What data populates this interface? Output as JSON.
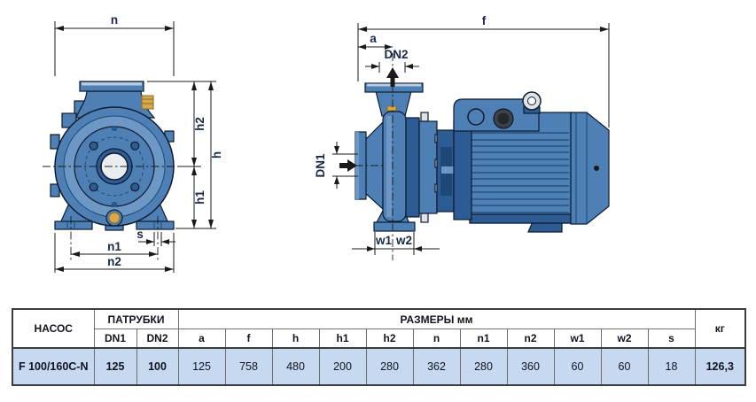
{
  "colors": {
    "body_blue": "#4f80b5",
    "body_blue_dark": "#2c5c93",
    "body_blue_deeper": "#1d4878",
    "body_blue_light": "#6d97c4",
    "body_blue_lighter": "#b9cde2",
    "outline_navy": "#0d1b2e",
    "dim_line": "#1a1a1a",
    "dim_label": "#1b2844",
    "brass": "#d7a94e",
    "brass_dark": "#8a6a1f",
    "steel_light": "#dfe3e8",
    "gland_gray": "#3c4248",
    "gland_gray_dark": "#24282c",
    "bore_white": "#e9edf0",
    "white": "#ffffff",
    "table_row_bg": "#c6d9f1",
    "table_border_dark": "#3c3c3c",
    "table_border_light": "#6e6e6e",
    "table_text": "#10141f",
    "page_bg": "#ffffff"
  },
  "front_view": {
    "labels": {
      "n": "n",
      "h2": "h2",
      "h": "h",
      "h1": "h1",
      "s": "s",
      "n1": "n1",
      "n2": "n2"
    }
  },
  "side_view": {
    "labels": {
      "f": "f",
      "a": "a",
      "dn2": "DN2",
      "dn1": "DN1",
      "w1": "w1",
      "w2": "w2"
    }
  },
  "table": {
    "head": {
      "pump": "НАСОС",
      "ports": "ПАТРУБКИ",
      "dims": "РАЗМЕРЫ мм",
      "weight": "кг",
      "sub": [
        "DN1",
        "DN2",
        "a",
        "f",
        "h",
        "h1",
        "h2",
        "n",
        "n1",
        "n2",
        "w1",
        "w2",
        "s"
      ]
    },
    "row": {
      "model": "F 100/160C-N",
      "values": [
        "125",
        "100",
        "125",
        "758",
        "480",
        "200",
        "280",
        "362",
        "280",
        "360",
        "60",
        "60",
        "18",
        "126,3"
      ]
    }
  }
}
